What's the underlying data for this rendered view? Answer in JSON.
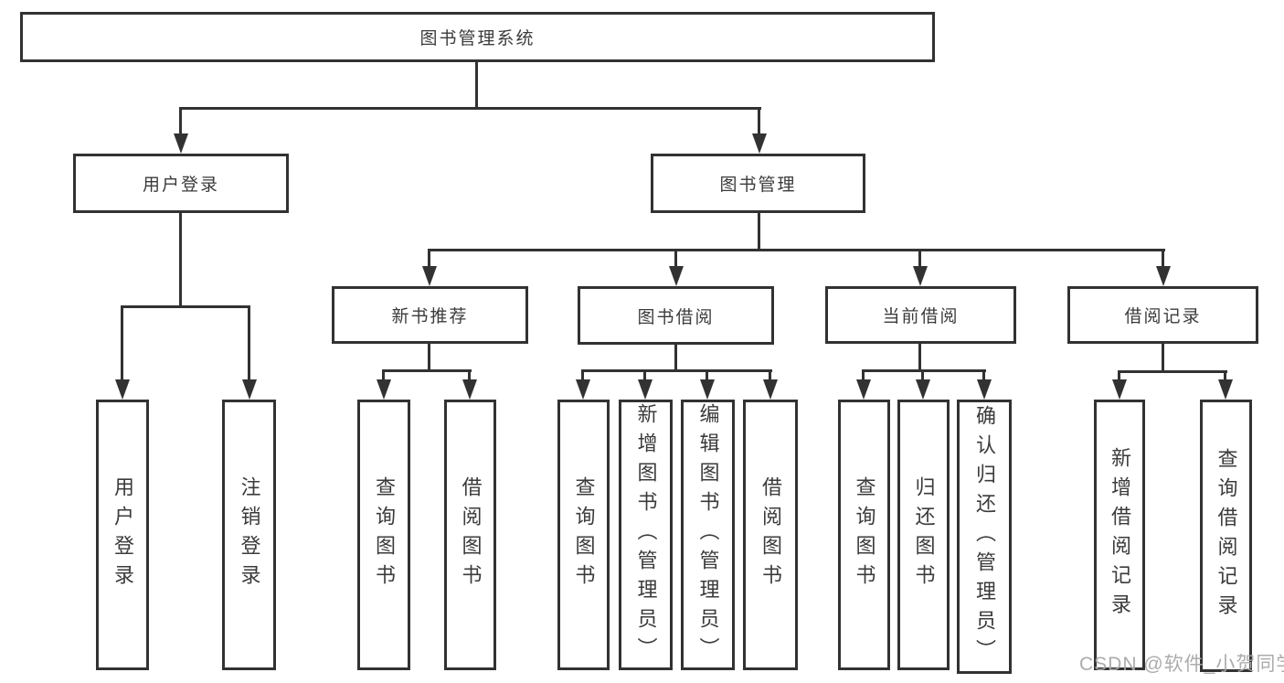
{
  "diagram": {
    "title": "图书管理系统"
  },
  "tree": {
    "root": {
      "label": "图书管理系统"
    },
    "level1": [
      {
        "label": "用户登录"
      },
      {
        "label": "图书管理"
      }
    ],
    "level2": [
      {
        "label": "新书推荐",
        "parent": "图书管理"
      },
      {
        "label": "图书借阅",
        "parent": "图书管理"
      },
      {
        "label": "当前借阅",
        "parent": "图书管理"
      },
      {
        "label": "借阅记录",
        "parent": "图书管理"
      }
    ],
    "leaves": [
      {
        "label": "用户登录",
        "parent": "用户登录"
      },
      {
        "label": "注销登录",
        "parent": "用户登录"
      },
      {
        "label": "查询图书",
        "parent": "新书推荐"
      },
      {
        "label": "借阅图书",
        "parent": "新书推荐"
      },
      {
        "label": "查询图书",
        "parent": "图书借阅"
      },
      {
        "label": "新增图书（管理员）",
        "parent": "图书借阅"
      },
      {
        "label": "编辑图书（管理员）",
        "parent": "图书借阅"
      },
      {
        "label": "借阅图书",
        "parent": "图书借阅"
      },
      {
        "label": "查询图书",
        "parent": "当前借阅"
      },
      {
        "label": "归还图书",
        "parent": "当前借阅"
      },
      {
        "label": "确认归还（管理员）",
        "parent": "当前借阅"
      },
      {
        "label": "新增借阅记录",
        "parent": "借阅记录"
      },
      {
        "label": "查询借阅记录",
        "parent": "借阅记录"
      }
    ]
  },
  "watermark": {
    "text": "CSDN @软件_小贺同学"
  },
  "colors": {
    "line": "#323232",
    "text": "#3b3b3b",
    "background": "#ffffff",
    "watermark": "#a8a8a8"
  }
}
